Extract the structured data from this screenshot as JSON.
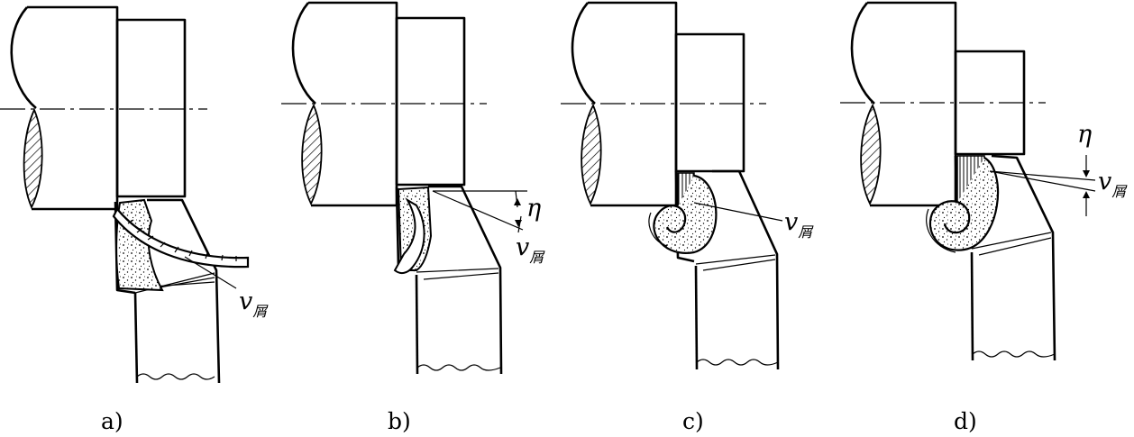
{
  "panels": [
    {
      "label": "a)",
      "velocity_symbol": "v",
      "velocity_subscript": "屑"
    },
    {
      "label": "b)",
      "velocity_symbol": "v",
      "velocity_subscript": "屑",
      "angle_symbol": "η"
    },
    {
      "label": "c)",
      "velocity_symbol": "v",
      "velocity_subscript": "屑"
    },
    {
      "label": "d)",
      "velocity_symbol": "v",
      "velocity_subscript": "屑",
      "angle_symbol": "η"
    }
  ]
}
